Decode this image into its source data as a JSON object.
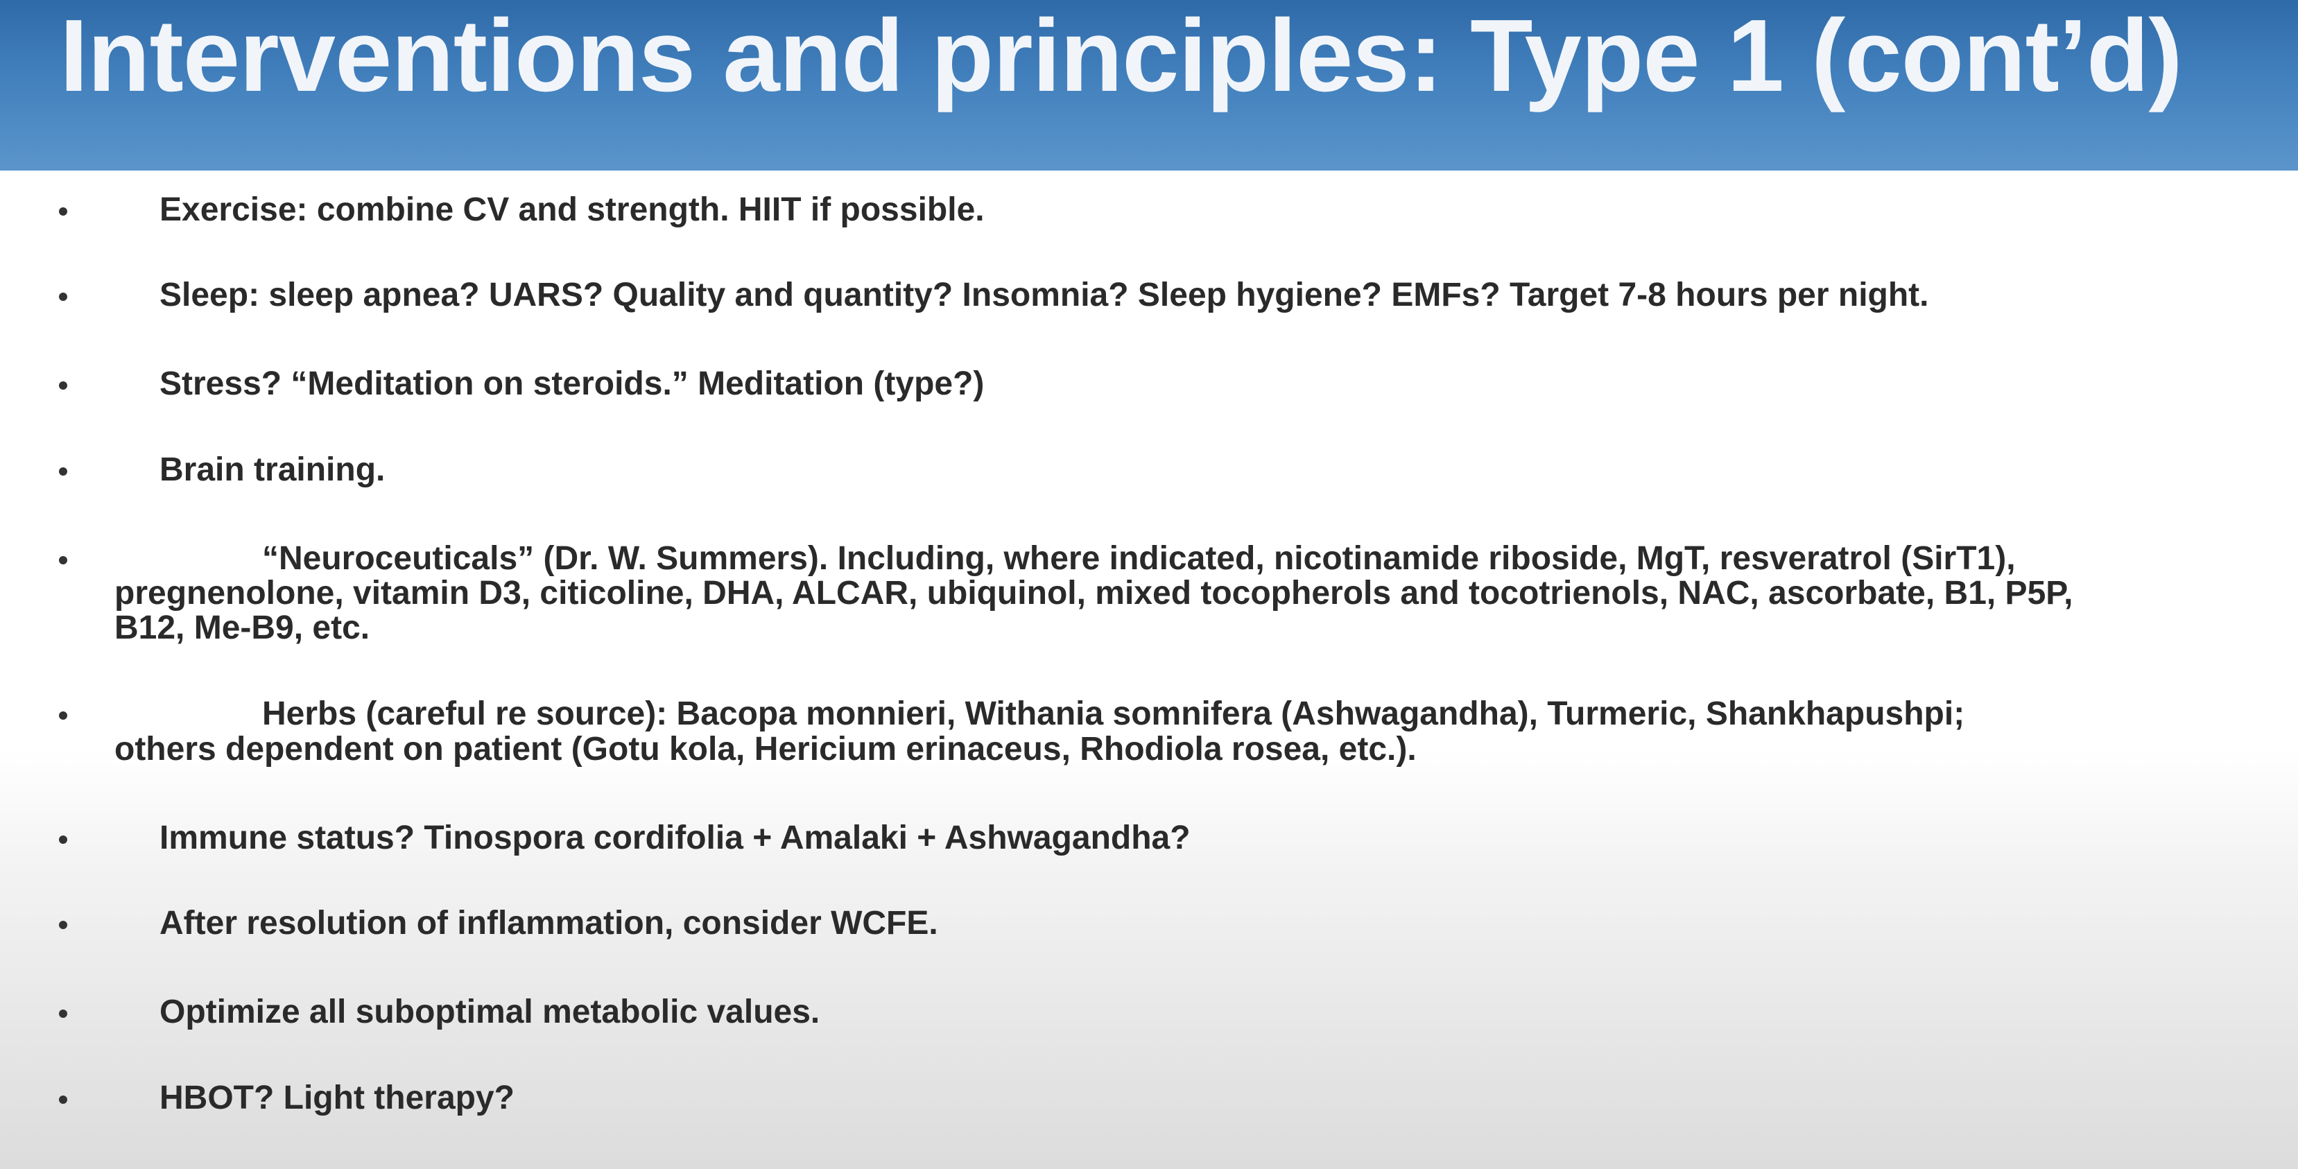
{
  "slide": {
    "title": "Interventions and principles: Type 1 (cont’d)",
    "bullets": [
      {
        "text": "Exercise: combine CV and strength. HIIT if possible."
      },
      {
        "text": "Sleep: sleep apnea? UARS? Quality and quantity? Insomnia? Sleep hygiene? EMFs? Target 7-8 hours per night."
      },
      {
        "text": "Stress? “Meditation on steroids.” Meditation (type?)"
      },
      {
        "text": "Brain training."
      },
      {
        "lines": [
          "“Neuroceuticals” (Dr. W. Summers). Including, where indicated, nicotinamide riboside, MgT, resveratrol (SirT1),",
          "pregnenolone, vitamin D3, citicoline, DHA, ALCAR, ubiquinol, mixed tocopherols and tocotrienols, NAC, ascorbate, B1, P5P,",
          "B12, Me-B9, etc."
        ]
      },
      {
        "lines": [
          "Herbs (careful re source): Bacopa monnieri, Withania somnifera (Ashwagandha), Turmeric, Shankhapushpi;",
          "others  dependent on patient (Gotu kola, Hericium erinaceus, Rhodiola rosea, etc.)."
        ]
      },
      {
        "text": "Immune status? Tinospora cordifolia + Amalaki + Ashwagandha?"
      },
      {
        "text": "After resolution of inflammation, consider WCFE."
      },
      {
        "text": "Optimize all suboptimal metabolic values."
      },
      {
        "text": "HBOT? Light therapy?"
      }
    ]
  }
}
